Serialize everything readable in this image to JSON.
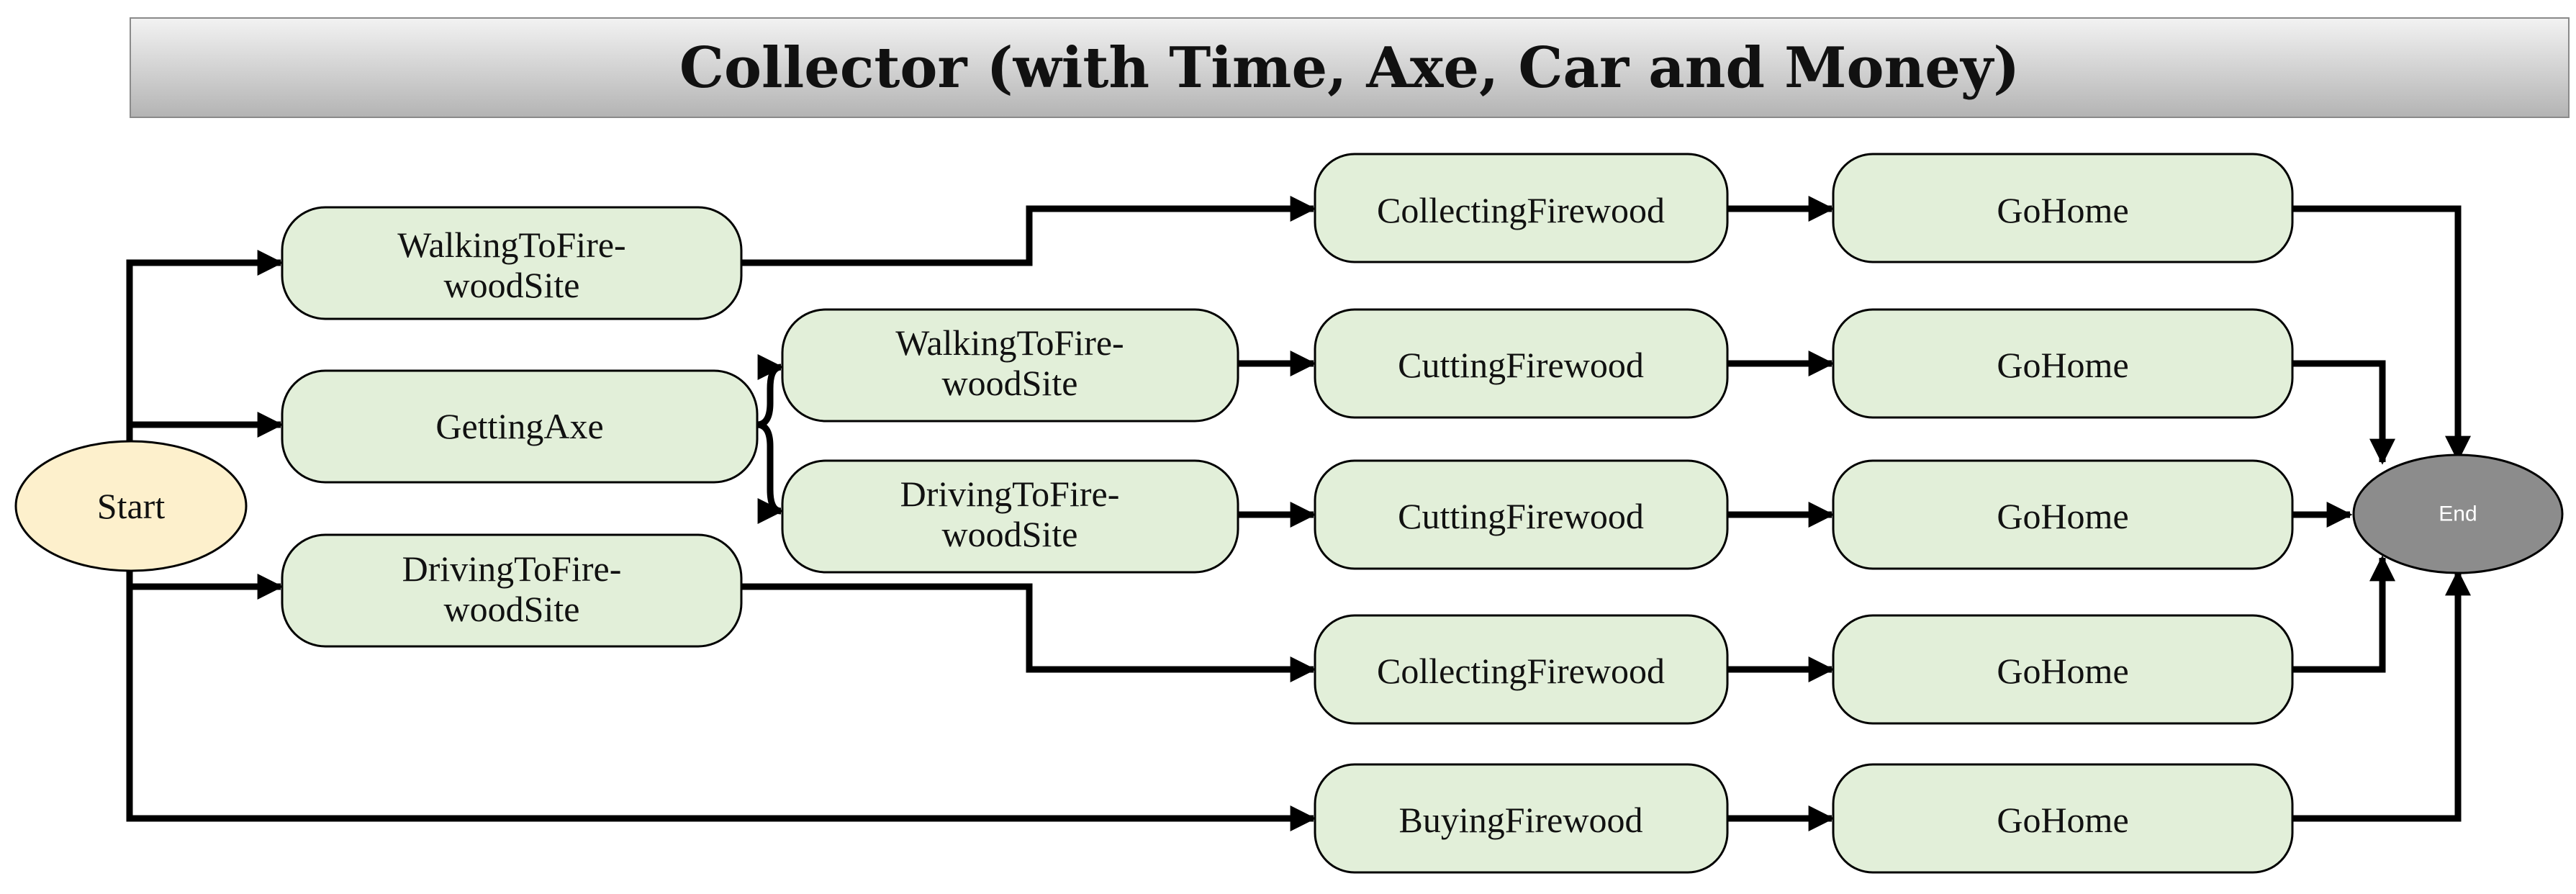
{
  "title": "Collector (with Time, Axe, Car and Money)",
  "colors": {
    "node_fill": "#e2efd9",
    "start_fill": "#fdf0cc",
    "end_fill": "#8c8c8c",
    "edge": "#000000"
  },
  "nodes": {
    "start": "Start",
    "end": "End",
    "walk_top": [
      "WalkingToFire-",
      "woodSite"
    ],
    "getting_axe": "GettingAxe",
    "drive_left": [
      "DrivingToFire-",
      "woodSite"
    ],
    "walk_mid": [
      "WalkingToFire-",
      "woodSite"
    ],
    "drive_mid": [
      "DrivingToFire-",
      "woodSite"
    ],
    "collect_1": "CollectingFirewood",
    "cut_1": "CuttingFirewood",
    "cut_2": "CuttingFirewood",
    "collect_2": "CollectingFirewood",
    "buying": "BuyingFirewood",
    "gohome_1": "GoHome",
    "gohome_2": "GoHome",
    "gohome_3": "GoHome",
    "gohome_4": "GoHome",
    "gohome_5": "GoHome"
  }
}
